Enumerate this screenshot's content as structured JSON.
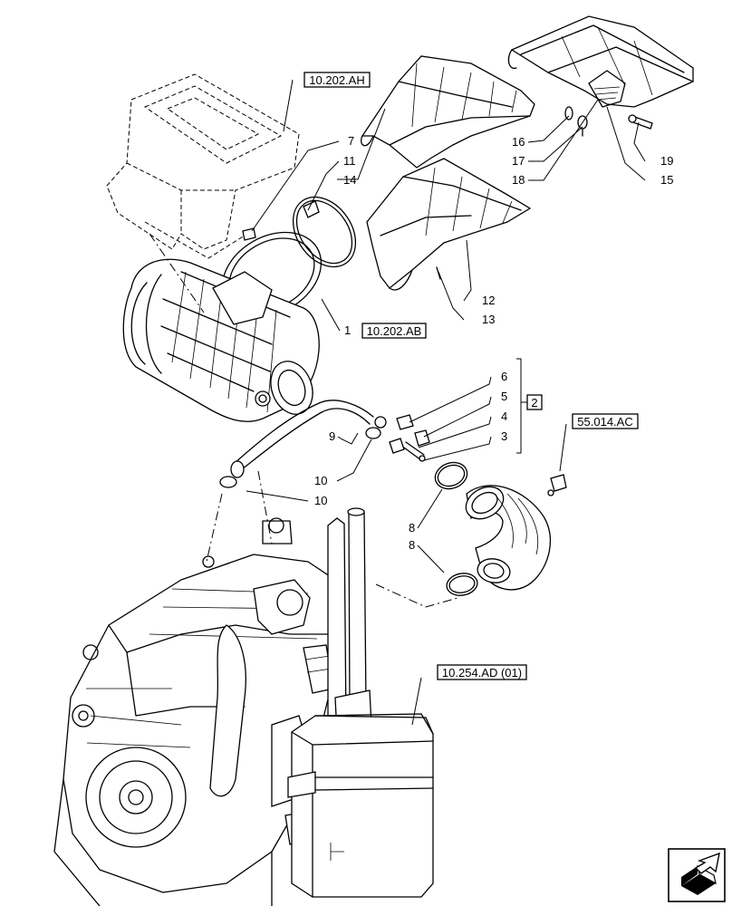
{
  "references": {
    "ref_10202ah": "10.202.AH",
    "ref_10202ab": "10.202.AB",
    "ref_55014ac": "55.014.AC",
    "ref_10254ad": "10.254.AD (01)",
    "group_2": "2"
  },
  "callouts": {
    "c1": "1",
    "c3": "3",
    "c4": "4",
    "c5": "5",
    "c6": "6",
    "c7": "7",
    "c8a": "8",
    "c8b": "8",
    "c9": "9",
    "c10a": "10",
    "c10b": "10",
    "c11": "11",
    "c12": "12",
    "c13": "13",
    "c14": "14",
    "c15": "15",
    "c16": "16",
    "c17": "17",
    "c18": "18",
    "c19": "19"
  },
  "icons": {
    "nav": "next-page-arrow-icon"
  }
}
